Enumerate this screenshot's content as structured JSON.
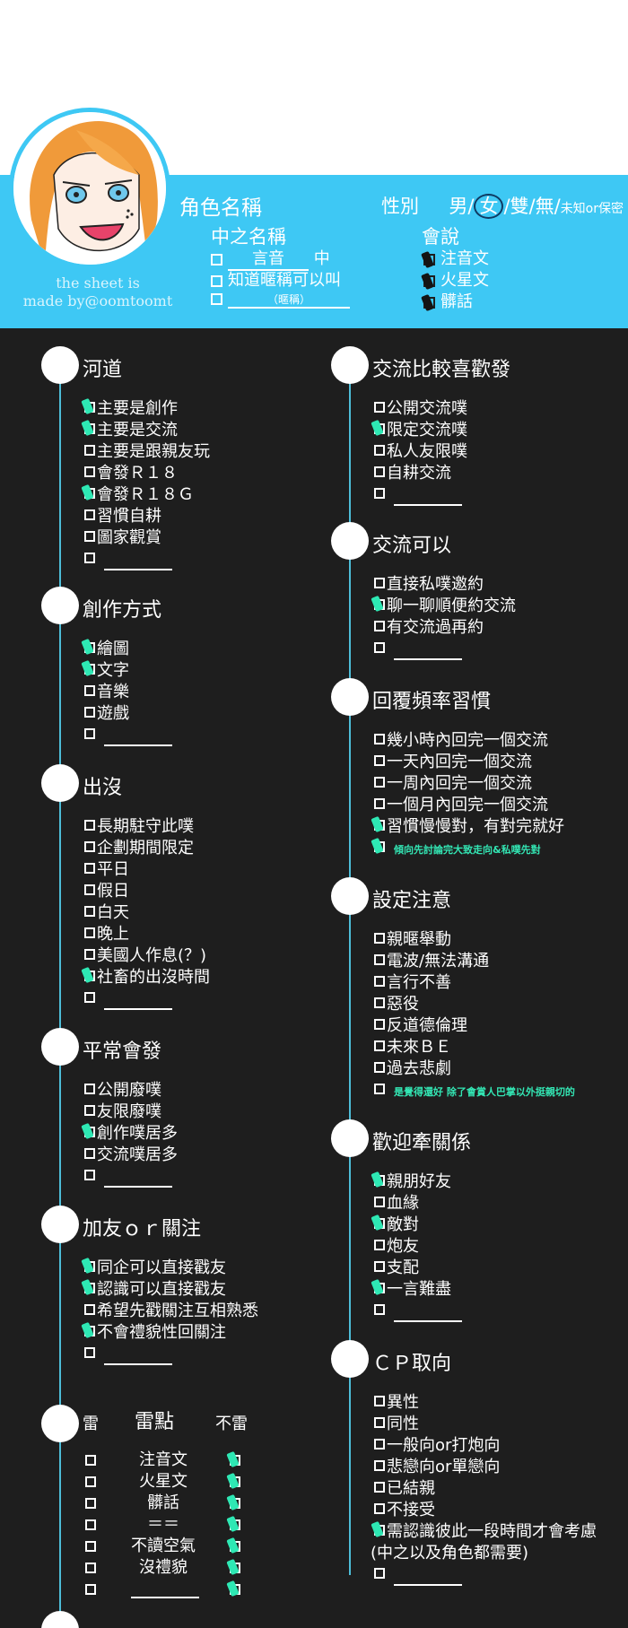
{
  "header": {
    "role_name_label": "角色名稱",
    "gender_label": "性別",
    "gender_options": [
      "男",
      "女",
      "雙",
      "無"
    ],
    "gender_unknown": "未知or保密",
    "gender_separator": "/",
    "gender_selected": "女",
    "nakanohito_label": "中之名稱",
    "nakanohito_name": "言音",
    "nakanohito_suffix": "中",
    "nakanohito_opt2": "知道暱稱可以叫",
    "nakanohito_opt3": "（暱稱）",
    "speaks_label": "會說",
    "speaks_items": [
      "注音文",
      "火星文",
      "髒話"
    ],
    "credit_line1": "the sheet is",
    "credit_line2": "made by@oomtoomt"
  },
  "left": {
    "heyi": {
      "title": "河道",
      "items": [
        {
          "label": "主要是創作",
          "checked": true
        },
        {
          "label": "主要是交流",
          "checked": true
        },
        {
          "label": "主要是跟親友玩",
          "checked": false
        },
        {
          "label": "會發Ｒ１８",
          "checked": false
        },
        {
          "label": "會發Ｒ１８Ｇ",
          "checked": true
        },
        {
          "label": "習慣自耕",
          "checked": false
        },
        {
          "label": "圖家觀賞",
          "checked": false
        }
      ]
    },
    "style": {
      "title": "創作方式",
      "items": [
        {
          "label": "繪圖",
          "checked": true
        },
        {
          "label": "文字",
          "checked": true
        },
        {
          "label": "音樂",
          "checked": false
        },
        {
          "label": "遊戲",
          "checked": false
        }
      ]
    },
    "appear": {
      "title": "出沒",
      "items": [
        {
          "label": "長期駐守此噗",
          "checked": false
        },
        {
          "label": "企劃期間限定",
          "checked": false
        },
        {
          "label": "平日",
          "checked": false
        },
        {
          "label": "假日",
          "checked": false
        },
        {
          "label": "白天",
          "checked": false
        },
        {
          "label": "晚上",
          "checked": false
        },
        {
          "label": "美國人作息(？)",
          "checked": false
        },
        {
          "label": "社畜的出沒時間",
          "checked": true
        }
      ]
    },
    "usually": {
      "title": "平常會發",
      "items": [
        {
          "label": "公開廢噗",
          "checked": false
        },
        {
          "label": "友限廢噗",
          "checked": false
        },
        {
          "label": "創作噗居多",
          "checked": true
        },
        {
          "label": "交流噗居多",
          "checked": false
        }
      ]
    },
    "follow": {
      "title": "加友ｏｒ關注",
      "items": [
        {
          "label": "同企可以直接戳友",
          "checked": true
        },
        {
          "label": "認識可以直接戳友",
          "checked": true
        },
        {
          "label": "希望先戳關注互相熟悉",
          "checked": false
        },
        {
          "label": "不會禮貌性回關注",
          "checked": true
        }
      ]
    },
    "mines": {
      "col_left": "雷",
      "col_mid": "雷點",
      "col_right": "不雷",
      "rows": [
        {
          "label": "注音文",
          "mine": false,
          "ok": true
        },
        {
          "label": "火星文",
          "mine": false,
          "ok": true
        },
        {
          "label": "髒話",
          "mine": false,
          "ok": true
        },
        {
          "label": "＝＝",
          "mine": false,
          "ok": true
        },
        {
          "label": "不讀空氣",
          "mine": false,
          "ok": true
        },
        {
          "label": "沒禮貌",
          "mine": false,
          "ok": true
        },
        {
          "label": "",
          "mine": false,
          "ok": true
        }
      ]
    }
  },
  "right": {
    "exchange_pref": {
      "title": "交流比較喜歡發",
      "items": [
        {
          "label": "公開交流噗",
          "checked": false
        },
        {
          "label": "限定交流噗",
          "checked": true
        },
        {
          "label": "私人友限噗",
          "checked": false
        },
        {
          "label": "自耕交流",
          "checked": false
        }
      ]
    },
    "exchange_ok": {
      "title": "交流可以",
      "items": [
        {
          "label": "直接私噗邀約",
          "checked": false
        },
        {
          "label": "聊一聊順便約交流",
          "checked": true
        },
        {
          "label": "有交流過再約",
          "checked": false
        }
      ]
    },
    "reply": {
      "title": "回覆頻率習慣",
      "items": [
        {
          "label": "幾小時內回完一個交流",
          "checked": false
        },
        {
          "label": "一天內回完一個交流",
          "checked": false
        },
        {
          "label": "一周內回完一個交流",
          "checked": false
        },
        {
          "label": "一個月內回完一個交流",
          "checked": false
        },
        {
          "label": "習慣慢慢對，有對完就好",
          "checked": true
        }
      ],
      "note": "傾向先討論完大致走向&私噗先對"
    },
    "caution": {
      "title": "設定注意",
      "items": [
        {
          "label": "親暱舉動",
          "checked": false
        },
        {
          "label": "電波/無法溝通",
          "checked": false
        },
        {
          "label": "言行不善",
          "checked": false
        },
        {
          "label": "惡役",
          "checked": false
        },
        {
          "label": "反道德倫理",
          "checked": false
        },
        {
          "label": "未來ＢＥ",
          "checked": false
        },
        {
          "label": "過去悲劇",
          "checked": false
        }
      ],
      "note": "是覺得還好  除了會賞人巴掌以外挺親切的"
    },
    "relations": {
      "title": "歡迎牽關係",
      "items": [
        {
          "label": "親朋好友",
          "checked": true
        },
        {
          "label": "血緣",
          "checked": false
        },
        {
          "label": "敵對",
          "checked": true
        },
        {
          "label": "炮友",
          "checked": false
        },
        {
          "label": "支配",
          "checked": false
        },
        {
          "label": "一言難盡",
          "checked": true
        }
      ]
    },
    "cp": {
      "title": "ＣＰ取向",
      "items": [
        {
          "label": "異性",
          "checked": false
        },
        {
          "label": "同性",
          "checked": false
        },
        {
          "label": "一般向or打炮向",
          "checked": false
        },
        {
          "label": "悲戀向or單戀向",
          "checked": false
        },
        {
          "label": "已結親",
          "checked": false
        },
        {
          "label": "不接受",
          "checked": false
        },
        {
          "label": "需認識彼此一段時間才會考慮",
          "checked": true
        }
      ],
      "note": "(中之以及角色都需要)"
    }
  }
}
